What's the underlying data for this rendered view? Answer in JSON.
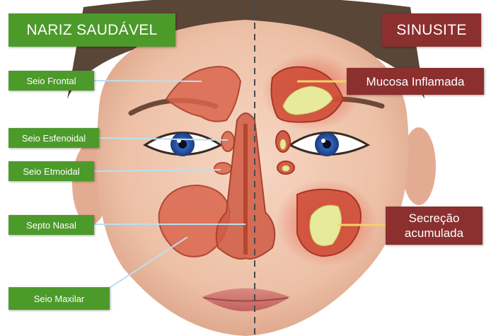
{
  "headers": {
    "left": "NARIZ SAUDÁVEL",
    "right": "SINUSITE"
  },
  "left_labels": [
    "Seio Frontal",
    "Seio Esfenoidal",
    "Seio Etmoidal",
    "Septo Nasal",
    "Seio Maxilar"
  ],
  "right_labels": [
    "Mucosa Inflamada",
    "Secreção\nacumulada"
  ],
  "colors": {
    "healthy_label": "#4c9a2a",
    "sinusitis_label": "#8b2f2f",
    "sinus_tissue": "#d9654c",
    "inflamed_glow": "#e23a2a",
    "secretion": "#e6ea9a"
  }
}
